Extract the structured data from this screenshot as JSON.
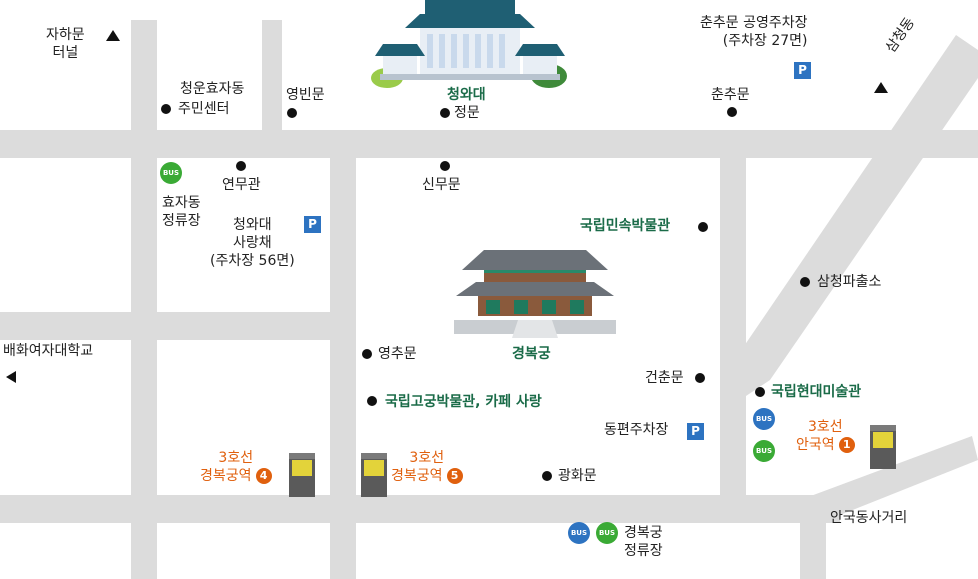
{
  "colors": {
    "road": "#dcdcdc",
    "green_label": "#1a6b48",
    "orange_label": "#e0600e",
    "parking": "#2d73c1",
    "bus_green": "#3aaa35",
    "bus_blue": "#2d73c1",
    "station_pin": "#e0600e"
  },
  "labels": {
    "jahamun_tunnel_line1": "자하문",
    "jahamun_tunnel_line2": "터널",
    "cheongun_line1": "청운효자동",
    "cheongun_line2": "주민센터",
    "yeongbinmun": "영빈문",
    "cheongwadae": "청와대",
    "jeongmun": "정문",
    "chunchumun": "춘추문",
    "chunchumun_parking_line1": "춘추문 공영주차장",
    "chunchumun_parking_line2": "(주차장 27면)",
    "samcheongdong": "삼청동",
    "yeonmugwan": "연무관",
    "hyojadong_stop_line1": "효자동",
    "hyojadong_stop_line2": "정류장",
    "sarangchae_line1": "청와대",
    "sarangchae_line2": "사랑채",
    "sarangchae_line3": "(주차장 56면)",
    "sinmumun": "신무문",
    "folk_museum": "국립민속박물관",
    "samcheong_police": "삼청파출소",
    "gyeongbokgung": "경복궁",
    "yeongchumun": "영추문",
    "geonchunmun": "건춘문",
    "mmca": "국립현대미술관",
    "palace_museum": "국립고궁박물관, 카페 사랑",
    "dongpyeon_parking": "동편주차장",
    "line3_anguk_line1": "3호선",
    "line3_anguk_line2": "안국역",
    "anguk_exit": "1",
    "line3_gbg4_line1": "3호선",
    "line3_gbg4_line2": "경복궁역",
    "gbg_exit4": "4",
    "line3_gbg5_line1": "3호선",
    "line3_gbg5_line2": "경복궁역",
    "gbg_exit5": "5",
    "gwanghwamun": "광화문",
    "baehwa": "배화여자대학교",
    "anguk_intersection": "안국동사거리",
    "gyeongbokgung_stop_line1": "경복궁",
    "gyeongbokgung_stop_line2": "정류장",
    "parking_symbol": "P",
    "bus_symbol": "BUS"
  },
  "icons": {
    "tunnel_arrow": "triangle-up-icon",
    "samcheong_arrow": "triangle-up-icon",
    "baehwa_arrow": "triangle-left-icon",
    "station": "subway-entrance-icon",
    "parking": "parking-icon",
    "bus": "bus-stop-icon"
  }
}
